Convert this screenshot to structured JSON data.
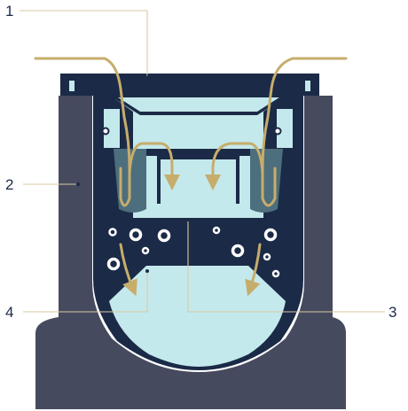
{
  "callouts": [
    {
      "id": "1",
      "label": "1"
    },
    {
      "id": "2",
      "label": "2"
    },
    {
      "id": "3",
      "label": "3"
    },
    {
      "id": "4",
      "label": "4"
    }
  ],
  "colors": {
    "outer_body": "#464a5f",
    "navy": "#1b2a47",
    "liquid": "#c4e9ec",
    "mid_teal": "#4d6e7c",
    "flow_arrow": "#c7ad6c",
    "leader_line": "#d8c9a3",
    "bubble": "#ffffff"
  },
  "icons": {
    "flow": "flow-arrow-icon",
    "bubble": "bubble-icon"
  }
}
